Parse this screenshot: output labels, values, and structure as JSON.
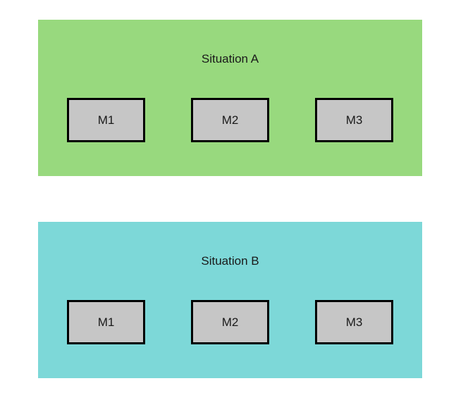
{
  "colors": {
    "panel_a": "#98d97e",
    "panel_b": "#7dd8d8",
    "box_fill": "#c6c6c6",
    "box_border": "#000000"
  },
  "panels": [
    {
      "title": "Situation A",
      "boxes": [
        {
          "label": "M1"
        },
        {
          "label": "M2"
        },
        {
          "label": "M3"
        }
      ]
    },
    {
      "title": "Situation B",
      "boxes": [
        {
          "label": "M1"
        },
        {
          "label": "M2"
        },
        {
          "label": "M3"
        }
      ]
    }
  ]
}
